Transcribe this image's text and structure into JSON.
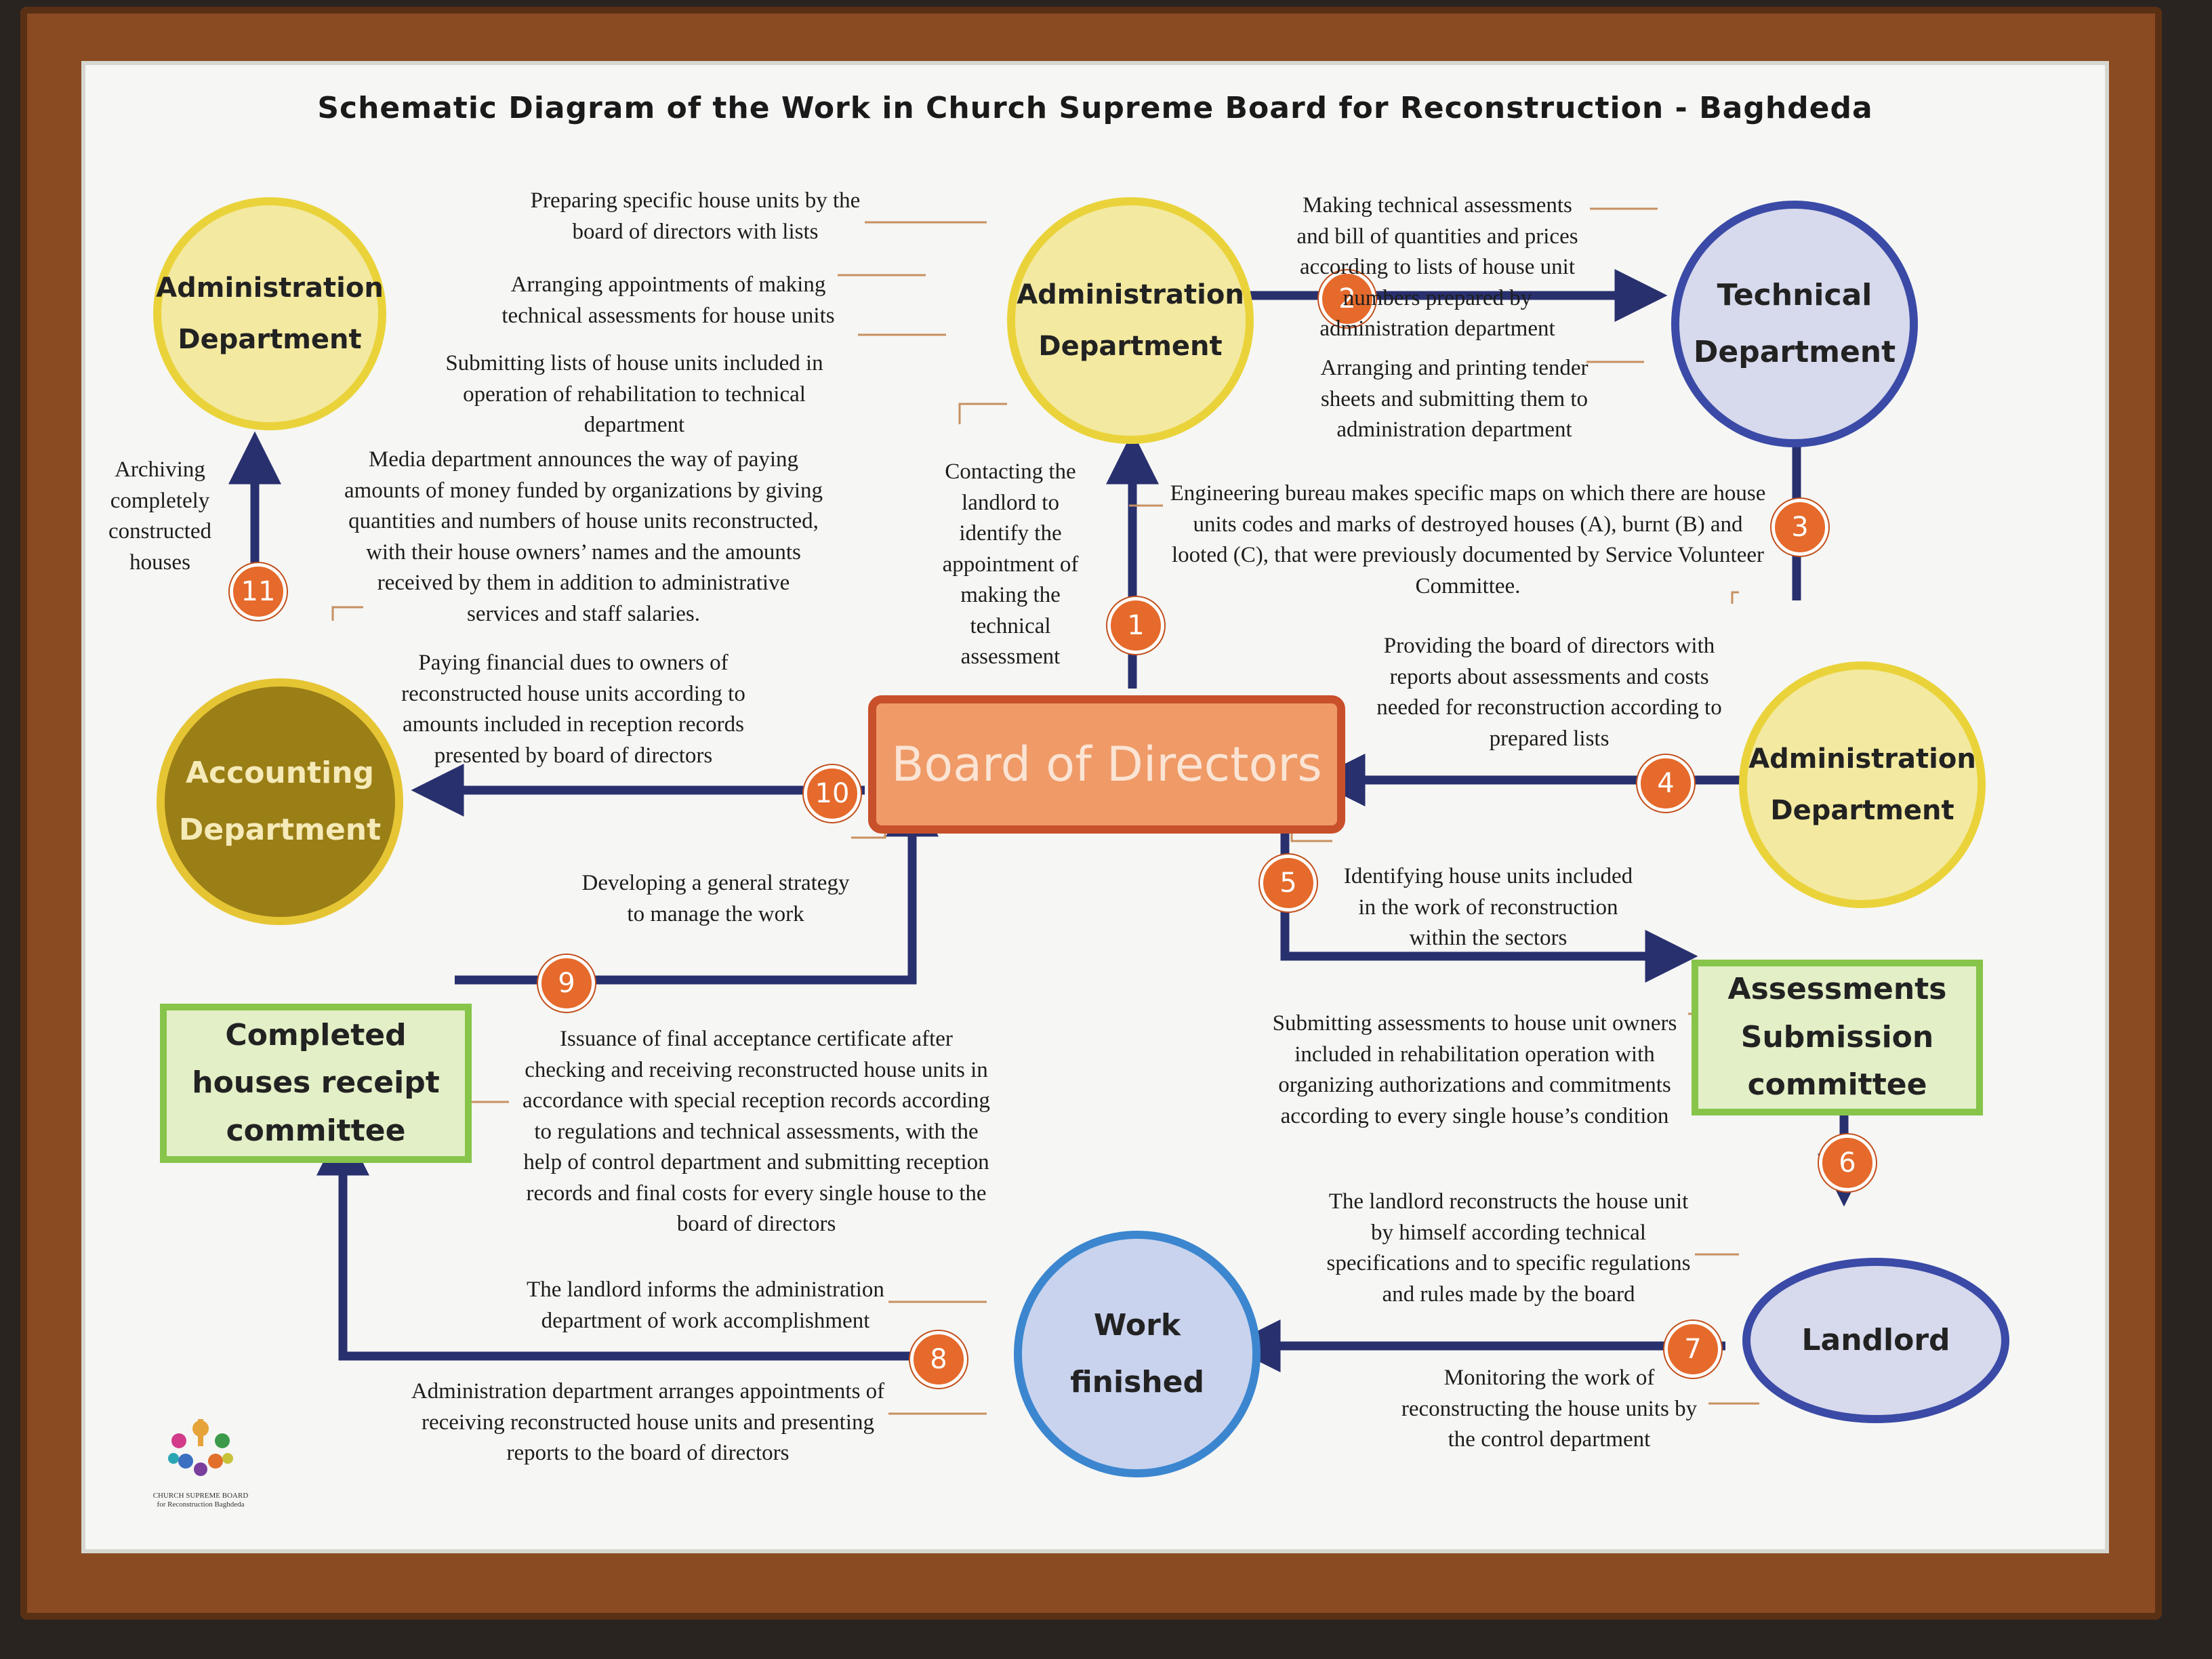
{
  "title": "Schematic Diagram of the Work in Church Supreme Board for Reconstruction - Baghdeda",
  "nodes": {
    "admin_left": [
      "Administration",
      "Department"
    ],
    "admin_top": [
      "Administration",
      "Department"
    ],
    "technical": [
      "Technical",
      "Department"
    ],
    "admin_right": [
      "Administration",
      "Department"
    ],
    "accounting": [
      "Accounting",
      "Department"
    ],
    "board": "Board of Directors",
    "assessments": [
      "Assessments",
      "Submission",
      "committee"
    ],
    "landlord": "Landlord",
    "work_finished": [
      "Work",
      "finished"
    ],
    "completed": [
      "Completed",
      "houses receipt",
      "committee"
    ]
  },
  "steps": [
    "1",
    "2",
    "3",
    "4",
    "5",
    "6",
    "7",
    "8",
    "9",
    "10",
    "11"
  ],
  "notes": {
    "preparing": "Preparing specific house units by the board of directors with lists",
    "arranging_appointments": "Arranging appointments of making technical assessments for house units",
    "submitting_lists": "Submitting lists of house units included in operation of rehabilitation to technical department",
    "making_assessments": "Making technical assessments and bill of quantities and prices according to lists of house unit numbers prepared by administration department",
    "tender_sheets": "Arranging and printing tender sheets and submitting them to administration department",
    "archiving": "Archiving completely constructed houses",
    "media": "Media department announces the way of paying amounts of money funded by organizations by giving quantities and numbers of house units reconstructed, with their house owners’ names and the amounts received by them in addition to administrative services and staff salaries.",
    "contacting": "Contacting the landlord to identify the appointment of making the technical assessment",
    "engineering": "Engineering bureau makes specific maps on which there are house units codes and marks of destroyed houses (A), burnt (B) and looted (C), that were previously documented by Service Volunteer Committee.",
    "providing": "Providing the board of directors with reports about assessments and costs needed for reconstruction according to prepared lists",
    "paying": "Paying financial dues to owners of reconstructed house units according to amounts included in reception records presented by board of directors",
    "strategy": "Developing a general strategy to manage the work",
    "identifying": "Identifying house units included in the work of reconstruction within the sectors",
    "submitting_assessments": "Submitting assessments to house unit owners included in rehabilitation operation with organizing authorizations and commitments according to every single house’s condition",
    "issuance": "Issuance of final acceptance certificate after checking and receiving reconstructed house units in accordance with special reception records according to regulations and technical assessments, with the help of control department and submitting reception records and final costs for every single house to the board of directors",
    "landlord_reconstructs": "The landlord reconstructs the house unit by himself according technical specifications and to specific regulations and rules made by the board",
    "monitoring": "Monitoring the work of reconstructing the house units by the control department",
    "informs": "The landlord informs the administration department of work accomplishment",
    "arranges_receiving": "Administration department arranges appointments of receiving reconstructed house units and presenting reports to the board of directors"
  },
  "logo": {
    "line1": "CHURCH SUPREME BOARD",
    "line2": "for Reconstruction Baghdeda"
  },
  "colors": {
    "arrow": "#28306e",
    "leader": "#c79060",
    "step": "#e56a2b",
    "board": "#ef9a67"
  }
}
